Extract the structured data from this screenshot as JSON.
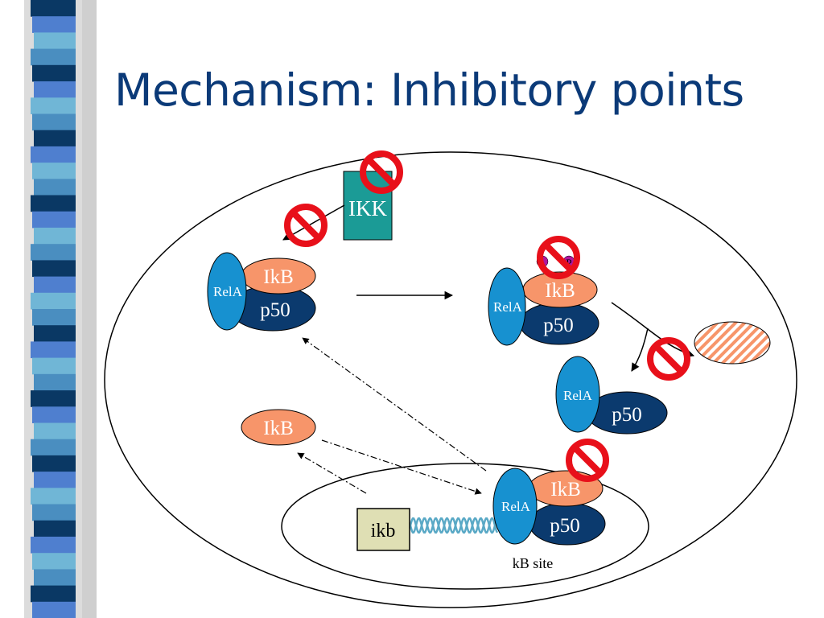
{
  "slide": {
    "title": "Mechanism: Inhibitory points",
    "labels": {
      "ikk": "IKK",
      "ikb": "IkB",
      "rela": "RelA",
      "p50": "p50",
      "phospho": "P",
      "gene": "ikb",
      "site": "kB site"
    },
    "colors": {
      "title": "#0b3a78",
      "rela": "#1791d0",
      "p50": "#0b3a6e",
      "ikb": "#f7956a",
      "ikk": "#1b9b96",
      "gene_box": "#dfdfb4",
      "inhibit": "#e8101a",
      "degraded": "#f7956a",
      "phospho": "#b0169e",
      "dna": "#5aa9c6"
    },
    "sidebar_colors": [
      "#0a3864",
      "#1f8fc4",
      "#4a8ec0",
      "#dddfbd",
      "#000000",
      "#70b6d6",
      "#1f8fc4",
      "#4f7fcf",
      "#0a2a5e",
      "#bfe2ef"
    ]
  }
}
